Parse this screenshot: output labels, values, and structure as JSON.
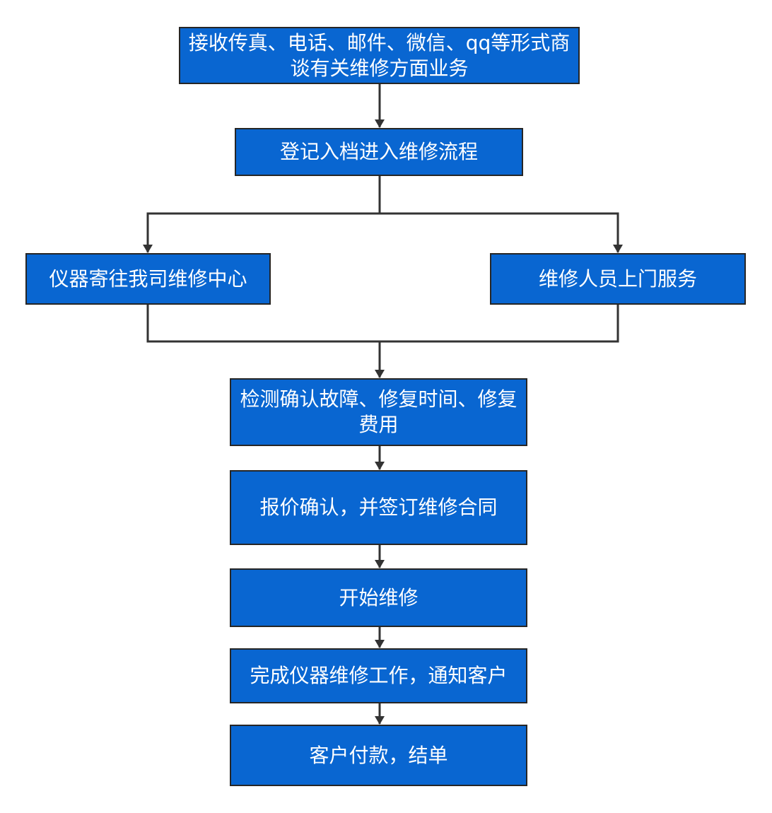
{
  "flowchart": {
    "nodes": [
      {
        "id": "n1",
        "text": "接收传真、电话、邮件、微信、qq等形式商谈有关维修方面业务"
      },
      {
        "id": "n2",
        "text": "登记入档进入维修流程"
      },
      {
        "id": "n3",
        "text": "仪器寄往我司维修中心"
      },
      {
        "id": "n4",
        "text": "维修人员上门服务"
      },
      {
        "id": "n5",
        "text": "检测确认故障、修复时间、修复费用"
      },
      {
        "id": "n6",
        "text": "报价确认，并签订维修合同"
      },
      {
        "id": "n7",
        "text": "开始维修"
      },
      {
        "id": "n8",
        "text": "完成仪器维修工作，通知客户"
      },
      {
        "id": "n9",
        "text": "客户付款，结单"
      }
    ],
    "edges": [
      {
        "from": "n1",
        "to": "n2"
      },
      {
        "from": "n2",
        "to": "n3"
      },
      {
        "from": "n2",
        "to": "n4"
      },
      {
        "from": "n3",
        "to": "n5"
      },
      {
        "from": "n4",
        "to": "n5"
      },
      {
        "from": "n5",
        "to": "n6"
      },
      {
        "from": "n6",
        "to": "n7"
      },
      {
        "from": "n7",
        "to": "n8"
      },
      {
        "from": "n8",
        "to": "n9"
      }
    ],
    "colors": {
      "node_fill": "#0966d1",
      "node_border": "#262626",
      "node_text": "#ffffff",
      "connector": "#333333"
    }
  }
}
